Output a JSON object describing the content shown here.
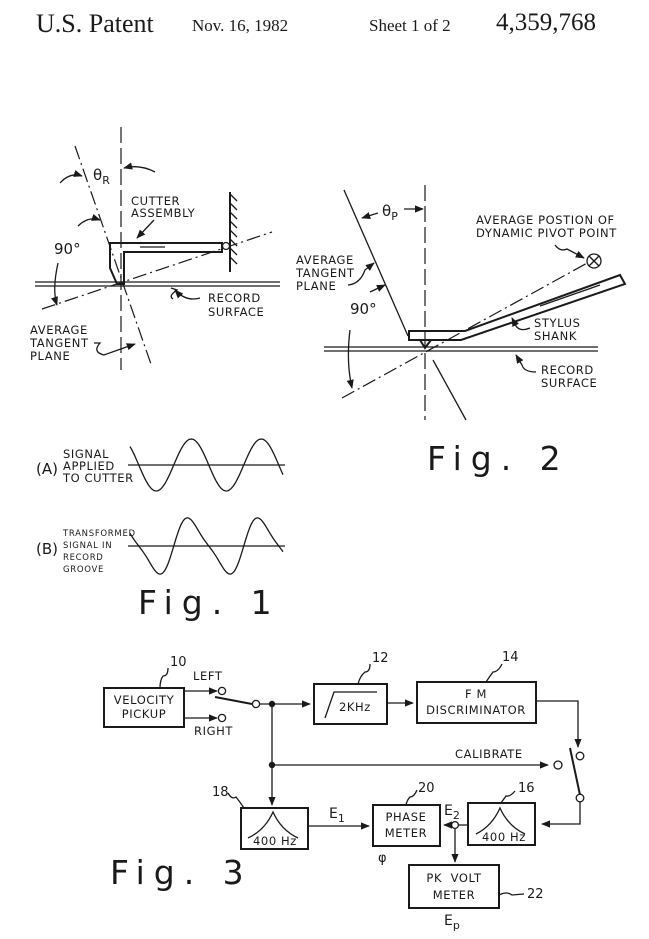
{
  "header": {
    "title": "U.S. Patent",
    "date": "Nov. 16, 1982",
    "sheet": "Sheet 1 of 2",
    "patent_number": "4,359,768"
  },
  "fig1": {
    "caption": "Fig. 1",
    "theta_label": "θ",
    "theta_sub": "R",
    "angle_label": "90°",
    "cutter_assembly": [
      "CUTTER",
      "ASSEMBLY"
    ],
    "record_surface": [
      "RECORD",
      "SURFACE"
    ],
    "tangent_plane": [
      "AVERAGE",
      "TANGENT",
      "PLANE"
    ],
    "waveform_a": {
      "tag": "(A)",
      "label": [
        "SIGNAL",
        "APPLIED",
        "TO CUTTER"
      ]
    },
    "waveform_b": {
      "tag": "(B)",
      "label": [
        "TRANSFORMED",
        "SIGNAL IN",
        "RECORD",
        "GROOVE"
      ]
    }
  },
  "fig2": {
    "caption": "Fig. 2",
    "theta_label": "θ",
    "theta_sub": "P",
    "angle_label": "90°",
    "pivot_point": [
      "AVERAGE POSTION OF",
      "DYNAMIC PIVOT POINT"
    ],
    "tangent_plane": [
      "AVERAGE",
      "TANGENT",
      "PLANE"
    ],
    "stylus_shank": [
      "STYLUS",
      "SHANK"
    ],
    "record_surface": [
      "RECORD",
      "SURFACE"
    ]
  },
  "fig3": {
    "caption": "Fig. 3",
    "blocks": {
      "velocity_pickup": {
        "ref": "10",
        "lines": [
          "VELOCITY",
          "PICKUP"
        ]
      },
      "highpass_filter": {
        "ref": "12",
        "lines": [
          "2KHz"
        ]
      },
      "fm_discriminator": {
        "ref": "14",
        "lines": [
          "F M",
          "DISCRIMINATOR"
        ]
      },
      "bandpass_16": {
        "ref": "16",
        "lines": [
          "400 Hz"
        ]
      },
      "bandpass_18": {
        "ref": "18",
        "lines": [
          "400 Hz"
        ]
      },
      "phase_meter": {
        "ref": "20",
        "lines": [
          "PHASE",
          "METER"
        ]
      },
      "pk_volt_meter": {
        "ref": "22",
        "lines": [
          "PK  VOLT",
          "METER"
        ]
      }
    },
    "switch_left": "LEFT",
    "switch_right": "RIGHT",
    "calibrate": "CALIBRATE",
    "signal_e1": "E",
    "signal_e1_sub": "1",
    "signal_e2": "E",
    "signal_e2_sub": "2",
    "signal_ep": "E",
    "signal_ep_sub": "p",
    "phase_symbol": "φ"
  }
}
